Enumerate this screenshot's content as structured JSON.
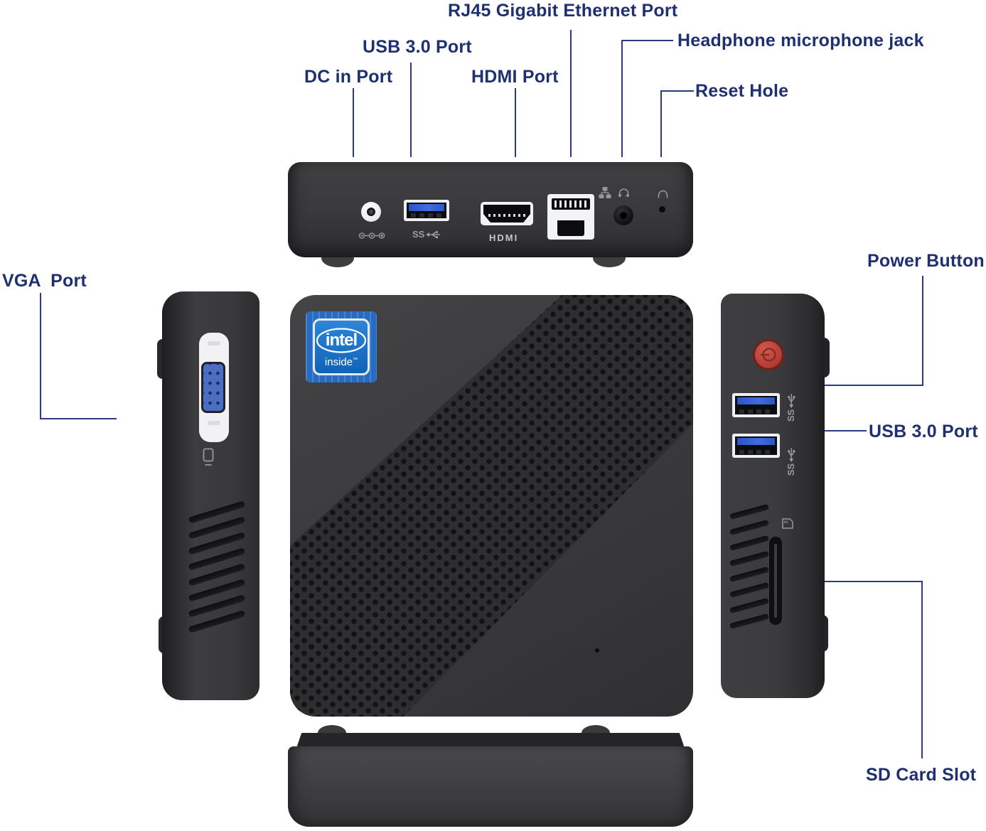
{
  "title": "Mini PC port annotation diagram",
  "colors": {
    "label_text": "#1f3070",
    "callout_line": "#2b3c7e",
    "device_body": "#39393b",
    "usb_blue": "#2e5ed0",
    "vga_blue": "#4c6ec2",
    "power_red": "#b23c34",
    "intel_blue": "#1273c9"
  },
  "callouts": {
    "rj45": "RJ45 Gigabit Ethernet Port",
    "usb_top": "USB 3.0 Port",
    "dc": "DC in Port",
    "hdmi": "HDMI Port",
    "headphone": "Headphone microphone jack",
    "reset": "Reset Hole",
    "vga": "VGA  Port",
    "power": "Power Button",
    "usb_right": "USB 3.0 Port",
    "sd": "SD Card Slot"
  },
  "device_marks": {
    "hdmi_port_label": "HDMI",
    "usb_ss_back": "SS",
    "usb_ss_right_1": "SS",
    "usb_ss_right_2": "SS",
    "intel_logo": "intel",
    "intel_inside": "inside",
    "intel_tm": "™"
  },
  "icons": [
    "dc-polarity-icon",
    "usb-superspeed-icon",
    "lan-network-icon",
    "headset-icon",
    "headphone-arc-icon",
    "display-icon",
    "sd-card-icon",
    "power-glyph-icon"
  ]
}
